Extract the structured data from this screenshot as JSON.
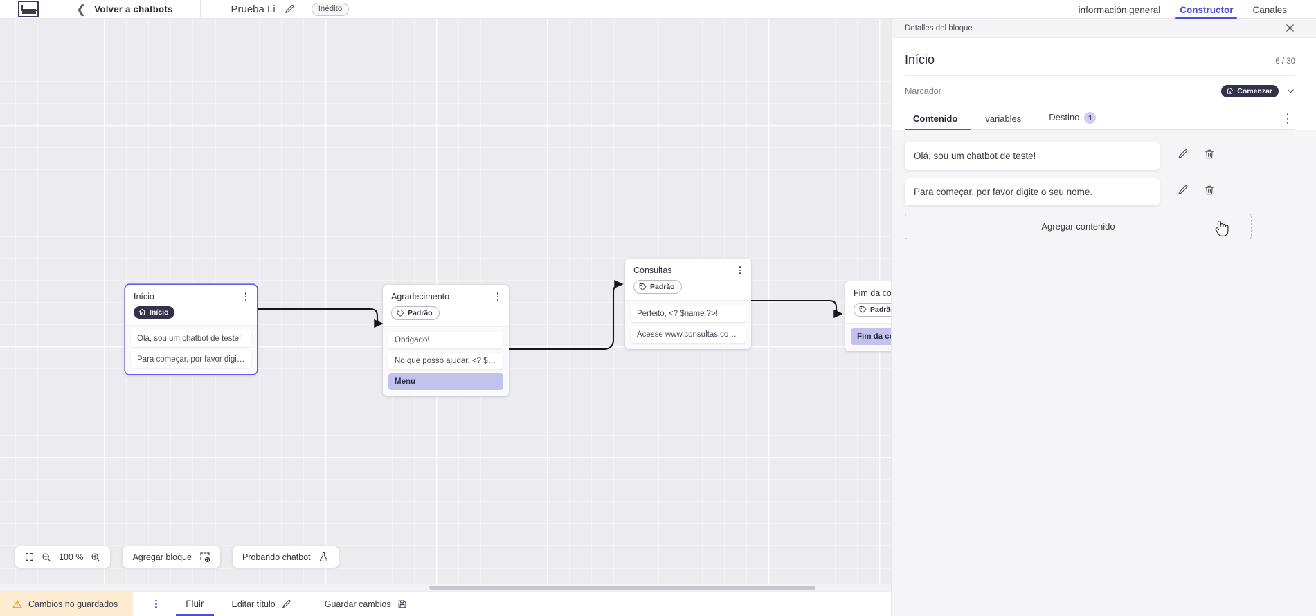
{
  "header": {
    "logo_name": "via-logo",
    "back_label": "Volver a chatbots",
    "doc_title": "Prueba Li",
    "status_badge": "Inédito",
    "tabs": [
      {
        "label": "información general",
        "active": false
      },
      {
        "label": "Constructor",
        "active": true
      },
      {
        "label": "Canales",
        "active": false
      }
    ]
  },
  "canvas": {
    "zoom_level": "100 %",
    "add_block_label": "Agregar bloque",
    "test_chatbot_label": "Probando chatbot",
    "nodes": [
      {
        "id": "inicio",
        "title": "Início",
        "chip": "Início",
        "chip_style": "dark",
        "chip_icon": "home-icon",
        "selected": true,
        "rows": [
          {
            "text": "Olá, sou um chatbot de teste!",
            "accent": false
          },
          {
            "text": "Para começar, por favor digite o ...",
            "accent": false
          }
        ]
      },
      {
        "id": "agradecimento",
        "title": "Agradecimento",
        "chip": "Padrão",
        "chip_style": "outline",
        "chip_icon": "tag-icon",
        "selected": false,
        "rows": [
          {
            "text": "Obrigado!",
            "accent": false
          },
          {
            "text": "No que posso ajudar, <? $name ...",
            "accent": false
          },
          {
            "text": "Menu",
            "accent": true
          }
        ]
      },
      {
        "id": "consultas",
        "title": "Consultas",
        "chip": "Padrão",
        "chip_style": "outline",
        "chip_icon": "tag-icon",
        "selected": false,
        "rows": [
          {
            "text": "Perfeito, <? $name ?>!",
            "accent": false
          },
          {
            "text": "Acesse www.consultas.com par...",
            "accent": false
          }
        ]
      },
      {
        "id": "fim",
        "title": "Fim da conversa",
        "chip": "Padrão",
        "chip_style": "outline",
        "chip_icon": "tag-icon",
        "selected": false,
        "rows": [
          {
            "text": "Fim da conversa",
            "accent": true
          }
        ]
      }
    ]
  },
  "footer": {
    "unsaved_label": "Cambios no guardados",
    "flow_tab": "Fluir",
    "edit_title_label": "Editar título",
    "save_label": "Guardar cambios"
  },
  "panel": {
    "strip_title": "Detalles del bloque",
    "close_icon": "close-icon",
    "block_name": "Início",
    "char_count": "6 / 30",
    "marker_label": "Marcador",
    "marker_value": "Comenzar",
    "marker_icon": "home-icon",
    "tabs": [
      {
        "label": "Contenido",
        "active": true,
        "badge": ""
      },
      {
        "label": "variables",
        "active": false,
        "badge": ""
      },
      {
        "label": "Destino",
        "active": false,
        "badge": "1"
      }
    ],
    "contents": [
      {
        "text": "Olá, sou um chatbot de teste!"
      },
      {
        "text": "Para começar, por favor digite o seu nome."
      }
    ],
    "add_content_label": "Agregar contenido"
  },
  "colors": {
    "accent": "#4c4ce0",
    "node_selected": "#6b5ce7",
    "row_accent": "#c3c2ef",
    "chip_dark": "#32324a",
    "unsaved_bg": "#fdecd1",
    "canvas_bg": "#ececf0"
  }
}
